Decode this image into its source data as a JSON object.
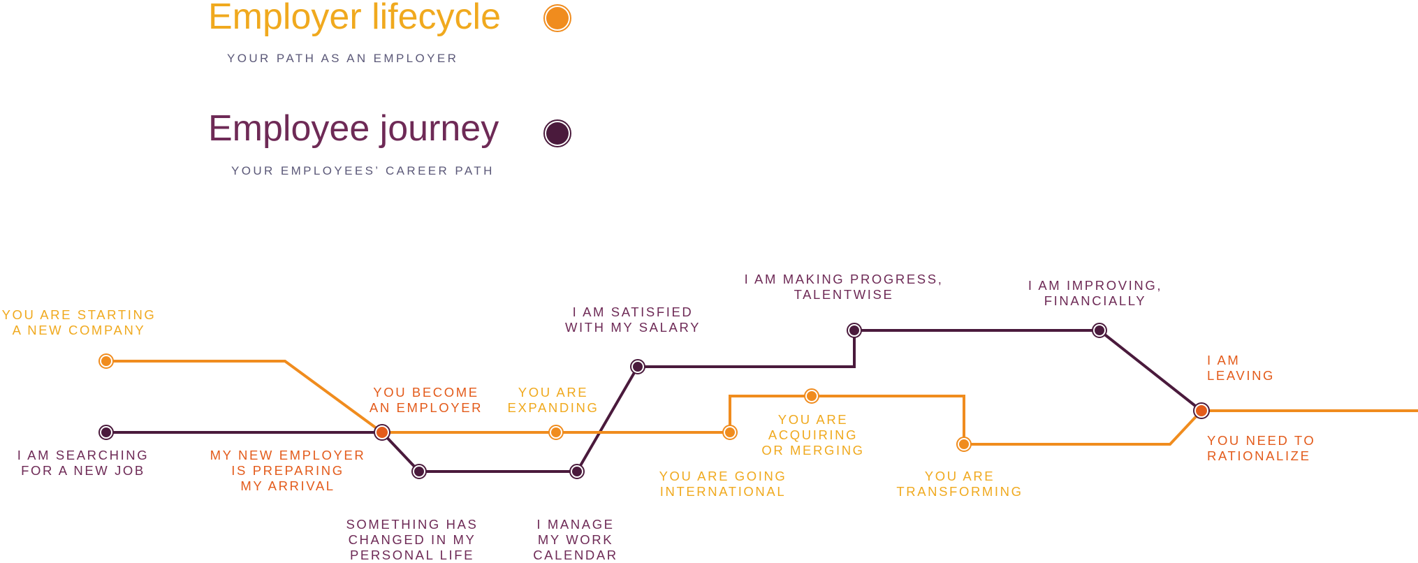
{
  "colors": {
    "employer_line": "#f08c1e",
    "employer_text": "#f0a91e",
    "employee_line": "#4a1a3c",
    "employee_text": "#6e2a56",
    "shared_text": "#e35b1b",
    "legend_sub_text": "#5b5878"
  },
  "legend": {
    "employer": {
      "title": "Employer lifecycle",
      "subtitle": "YOUR PATH AS AN EMPLOYER"
    },
    "employee": {
      "title": "Employee journey",
      "subtitle": "YOUR EMPLOYEES’ CAREER PATH"
    }
  },
  "stations": {
    "start_company": "YOU ARE STARTING\nA NEW COMPANY",
    "searching_job": "I AM SEARCHING\nFOR A NEW JOB",
    "become_employer": "YOU BECOME\nAN EMPLOYER",
    "preparing_arrival": "MY NEW EMPLOYER\nIS PREPARING\nMY ARRIVAL",
    "personal_life": "SOMETHING HAS\nCHANGED IN MY\nPERSONAL LIFE",
    "expanding": "YOU ARE\nEXPANDING",
    "work_calendar": "I MANAGE\nMY WORK\nCALENDAR",
    "satisfied_salary": "I AM SATISFIED\nWITH MY SALARY",
    "going_international": "YOU ARE GOING\nINTERNATIONAL",
    "acquiring_merging": "YOU ARE\nACQUIRING\nOR MERGING",
    "progress_talentwise": "I AM MAKING PROGRESS,\nTALENTWISE",
    "transforming": "YOU ARE\nTRANSFORMING",
    "improving_financially": "I AM IMPROVING,\nFINANCIALLY",
    "leaving": "I AM\nLEAVING",
    "rationalize": "YOU NEED TO\nRATIONALIZE"
  }
}
